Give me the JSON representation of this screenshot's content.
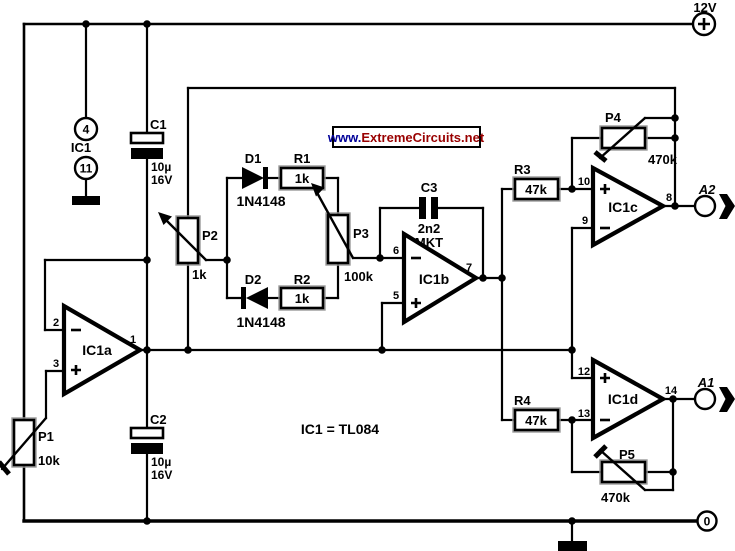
{
  "supply": {
    "rail_label": "12V",
    "plus_symbol": "+",
    "zero_label": "0"
  },
  "ic_power": {
    "name": "IC1",
    "pin_top": "4",
    "pin_bottom": "11"
  },
  "note": {
    "text": "IC1 = TL084"
  },
  "banner": {
    "prefix": "www.",
    "brand": "ExtremeCircuits",
    "suffix": ".net",
    "prefix_color": "#000099",
    "brand_color": "#990000"
  },
  "capacitors": {
    "c1": {
      "ref": "C1",
      "value": "10µ",
      "voltage": "16V"
    },
    "c2": {
      "ref": "C2",
      "value": "10µ",
      "voltage": "16V"
    },
    "c3": {
      "ref": "C3",
      "value": "2n2",
      "type": "MKT"
    }
  },
  "resistors": {
    "r1": {
      "ref": "R1",
      "value": "1k"
    },
    "r2": {
      "ref": "R2",
      "value": "1k"
    },
    "r3": {
      "ref": "R3",
      "value": "47k"
    },
    "r4": {
      "ref": "R4",
      "value": "47k"
    }
  },
  "pots": {
    "p1": {
      "ref": "P1",
      "value": "10k"
    },
    "p2": {
      "ref": "P2",
      "value": "1k"
    },
    "p3": {
      "ref": "P3",
      "value": "100k"
    },
    "p4": {
      "ref": "P4",
      "value": "470k"
    },
    "p5": {
      "ref": "P5",
      "value": "470k"
    }
  },
  "diodes": {
    "d1": {
      "ref": "D1",
      "part": "1N4148"
    },
    "d2": {
      "ref": "D2",
      "part": "1N4148"
    }
  },
  "opamps": {
    "a": {
      "label": "IC1a",
      "pin_inv": "2",
      "pin_noninv": "3",
      "pin_out": "1"
    },
    "b": {
      "label": "IC1b",
      "pin_inv": "6",
      "pin_noninv": "5",
      "pin_out": "7"
    },
    "c": {
      "label": "IC1c",
      "pin_noninv": "10",
      "pin_inv": "9",
      "pin_out": "8"
    },
    "d": {
      "label": "IC1d",
      "pin_noninv": "12",
      "pin_inv": "13",
      "pin_out": "14"
    }
  },
  "outputs": {
    "a2": {
      "label": "A2"
    },
    "a1": {
      "label": "A1"
    }
  }
}
